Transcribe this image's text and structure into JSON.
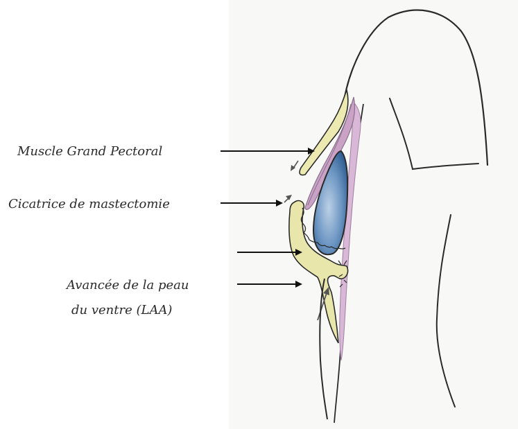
{
  "labels": {
    "pectoral": "Muscle Grand Pectoral",
    "scar": "Cicatrice de mastectomie",
    "laa_line1": "Avancée de la peau",
    "laa_line2": "du ventre (LAA)"
  },
  "colors": {
    "outline": "#2a2a2a",
    "skin_fill": "#e9e8ad",
    "muscle_fill": "#c5a0c2",
    "implant_fill": "#4f7fb3",
    "implant_light": "#bcd0e6",
    "paper_shade": "#f7f7f5"
  }
}
